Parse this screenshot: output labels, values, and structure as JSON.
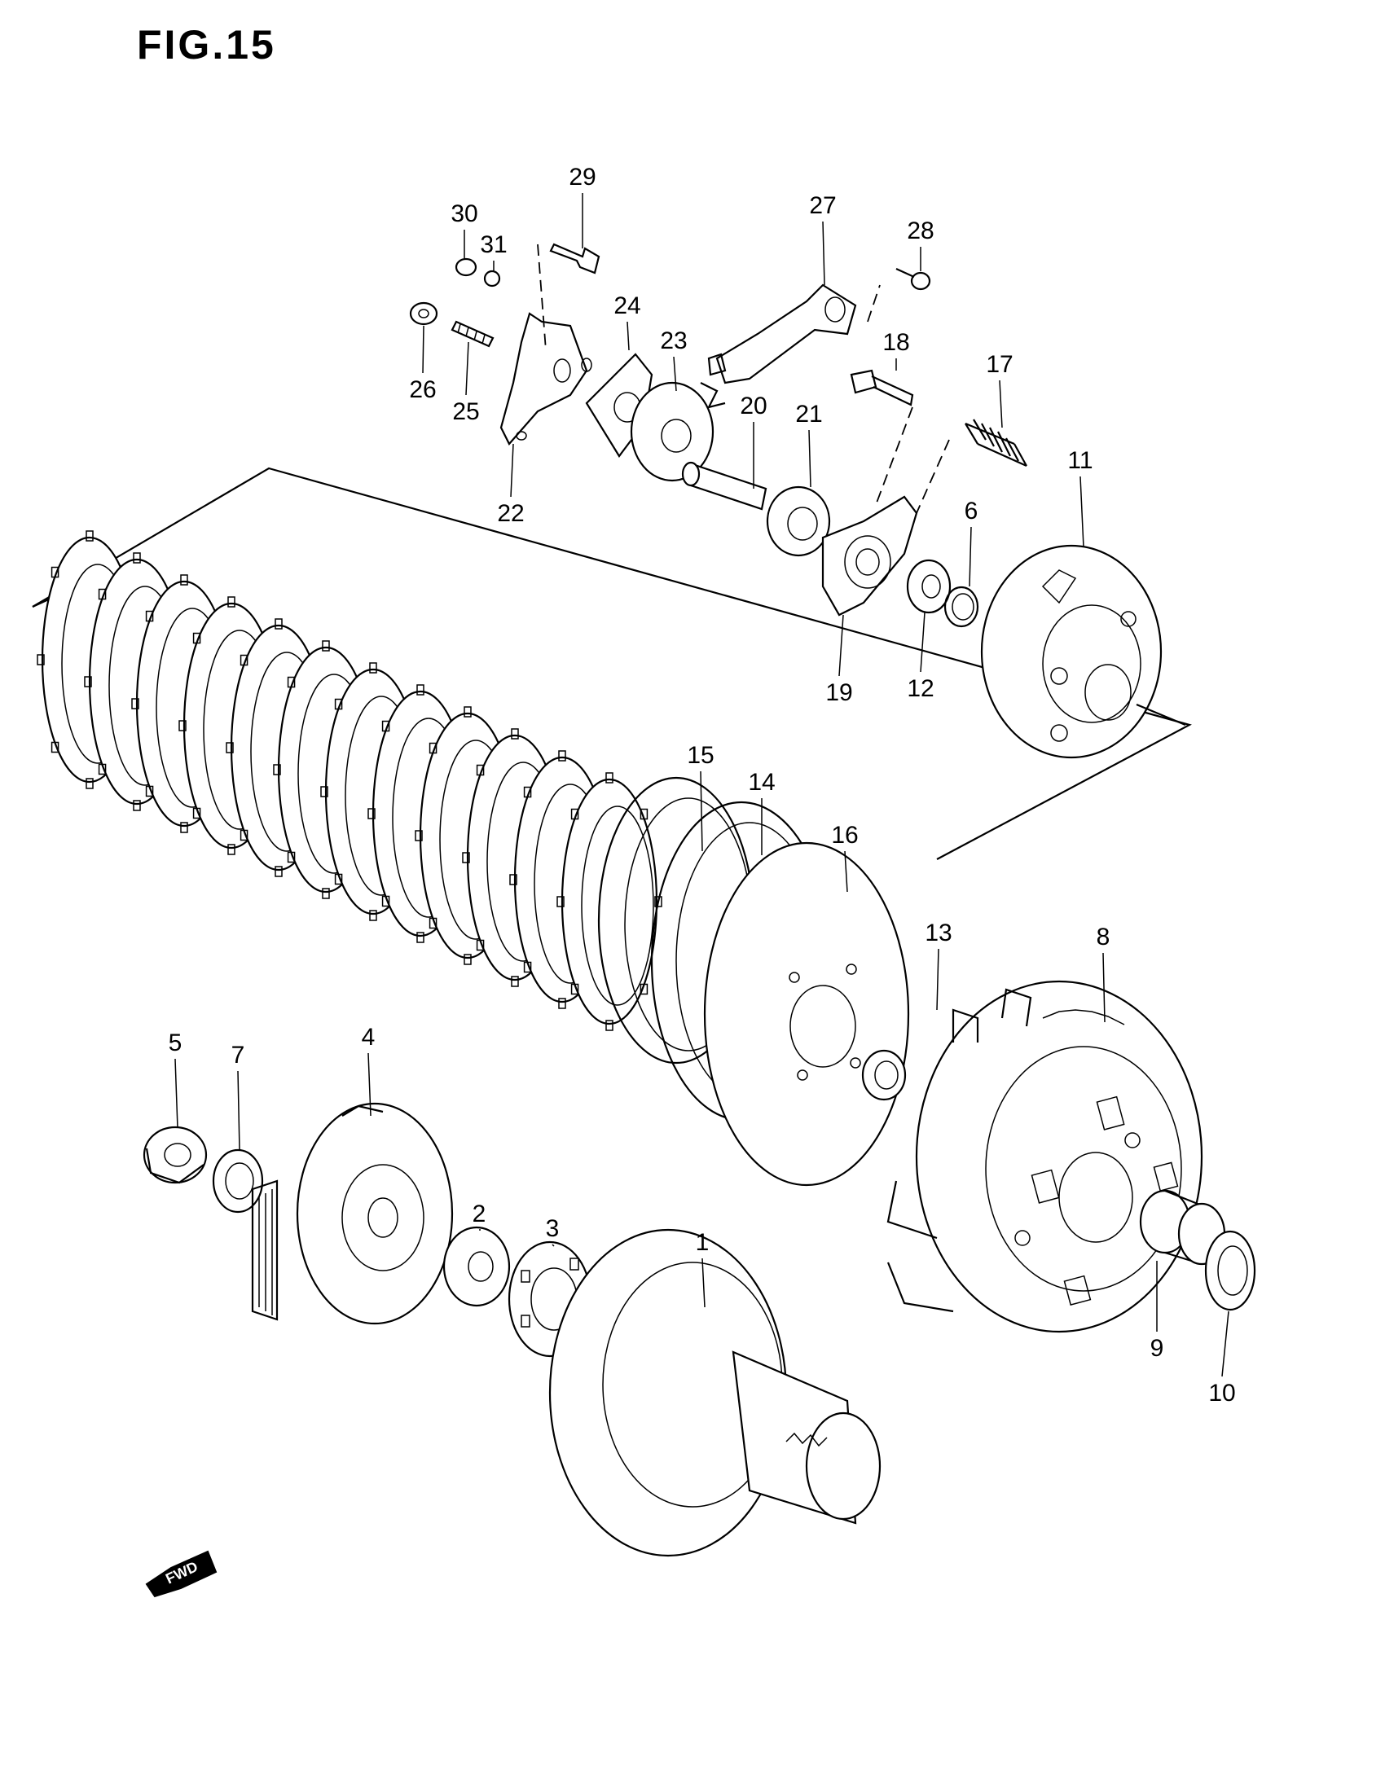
{
  "figure": {
    "title": "FIG.15"
  },
  "callouts": [
    "1",
    "2",
    "3",
    "4",
    "5",
    "6",
    "7",
    "8",
    "9",
    "10",
    "11",
    "12",
    "13",
    "14",
    "15",
    "16",
    "17",
    "18",
    "19",
    "20",
    "21",
    "22",
    "23",
    "24",
    "25",
    "26",
    "27",
    "28",
    "29",
    "30",
    "31"
  ],
  "direction_badge": {
    "label": "FWD"
  }
}
